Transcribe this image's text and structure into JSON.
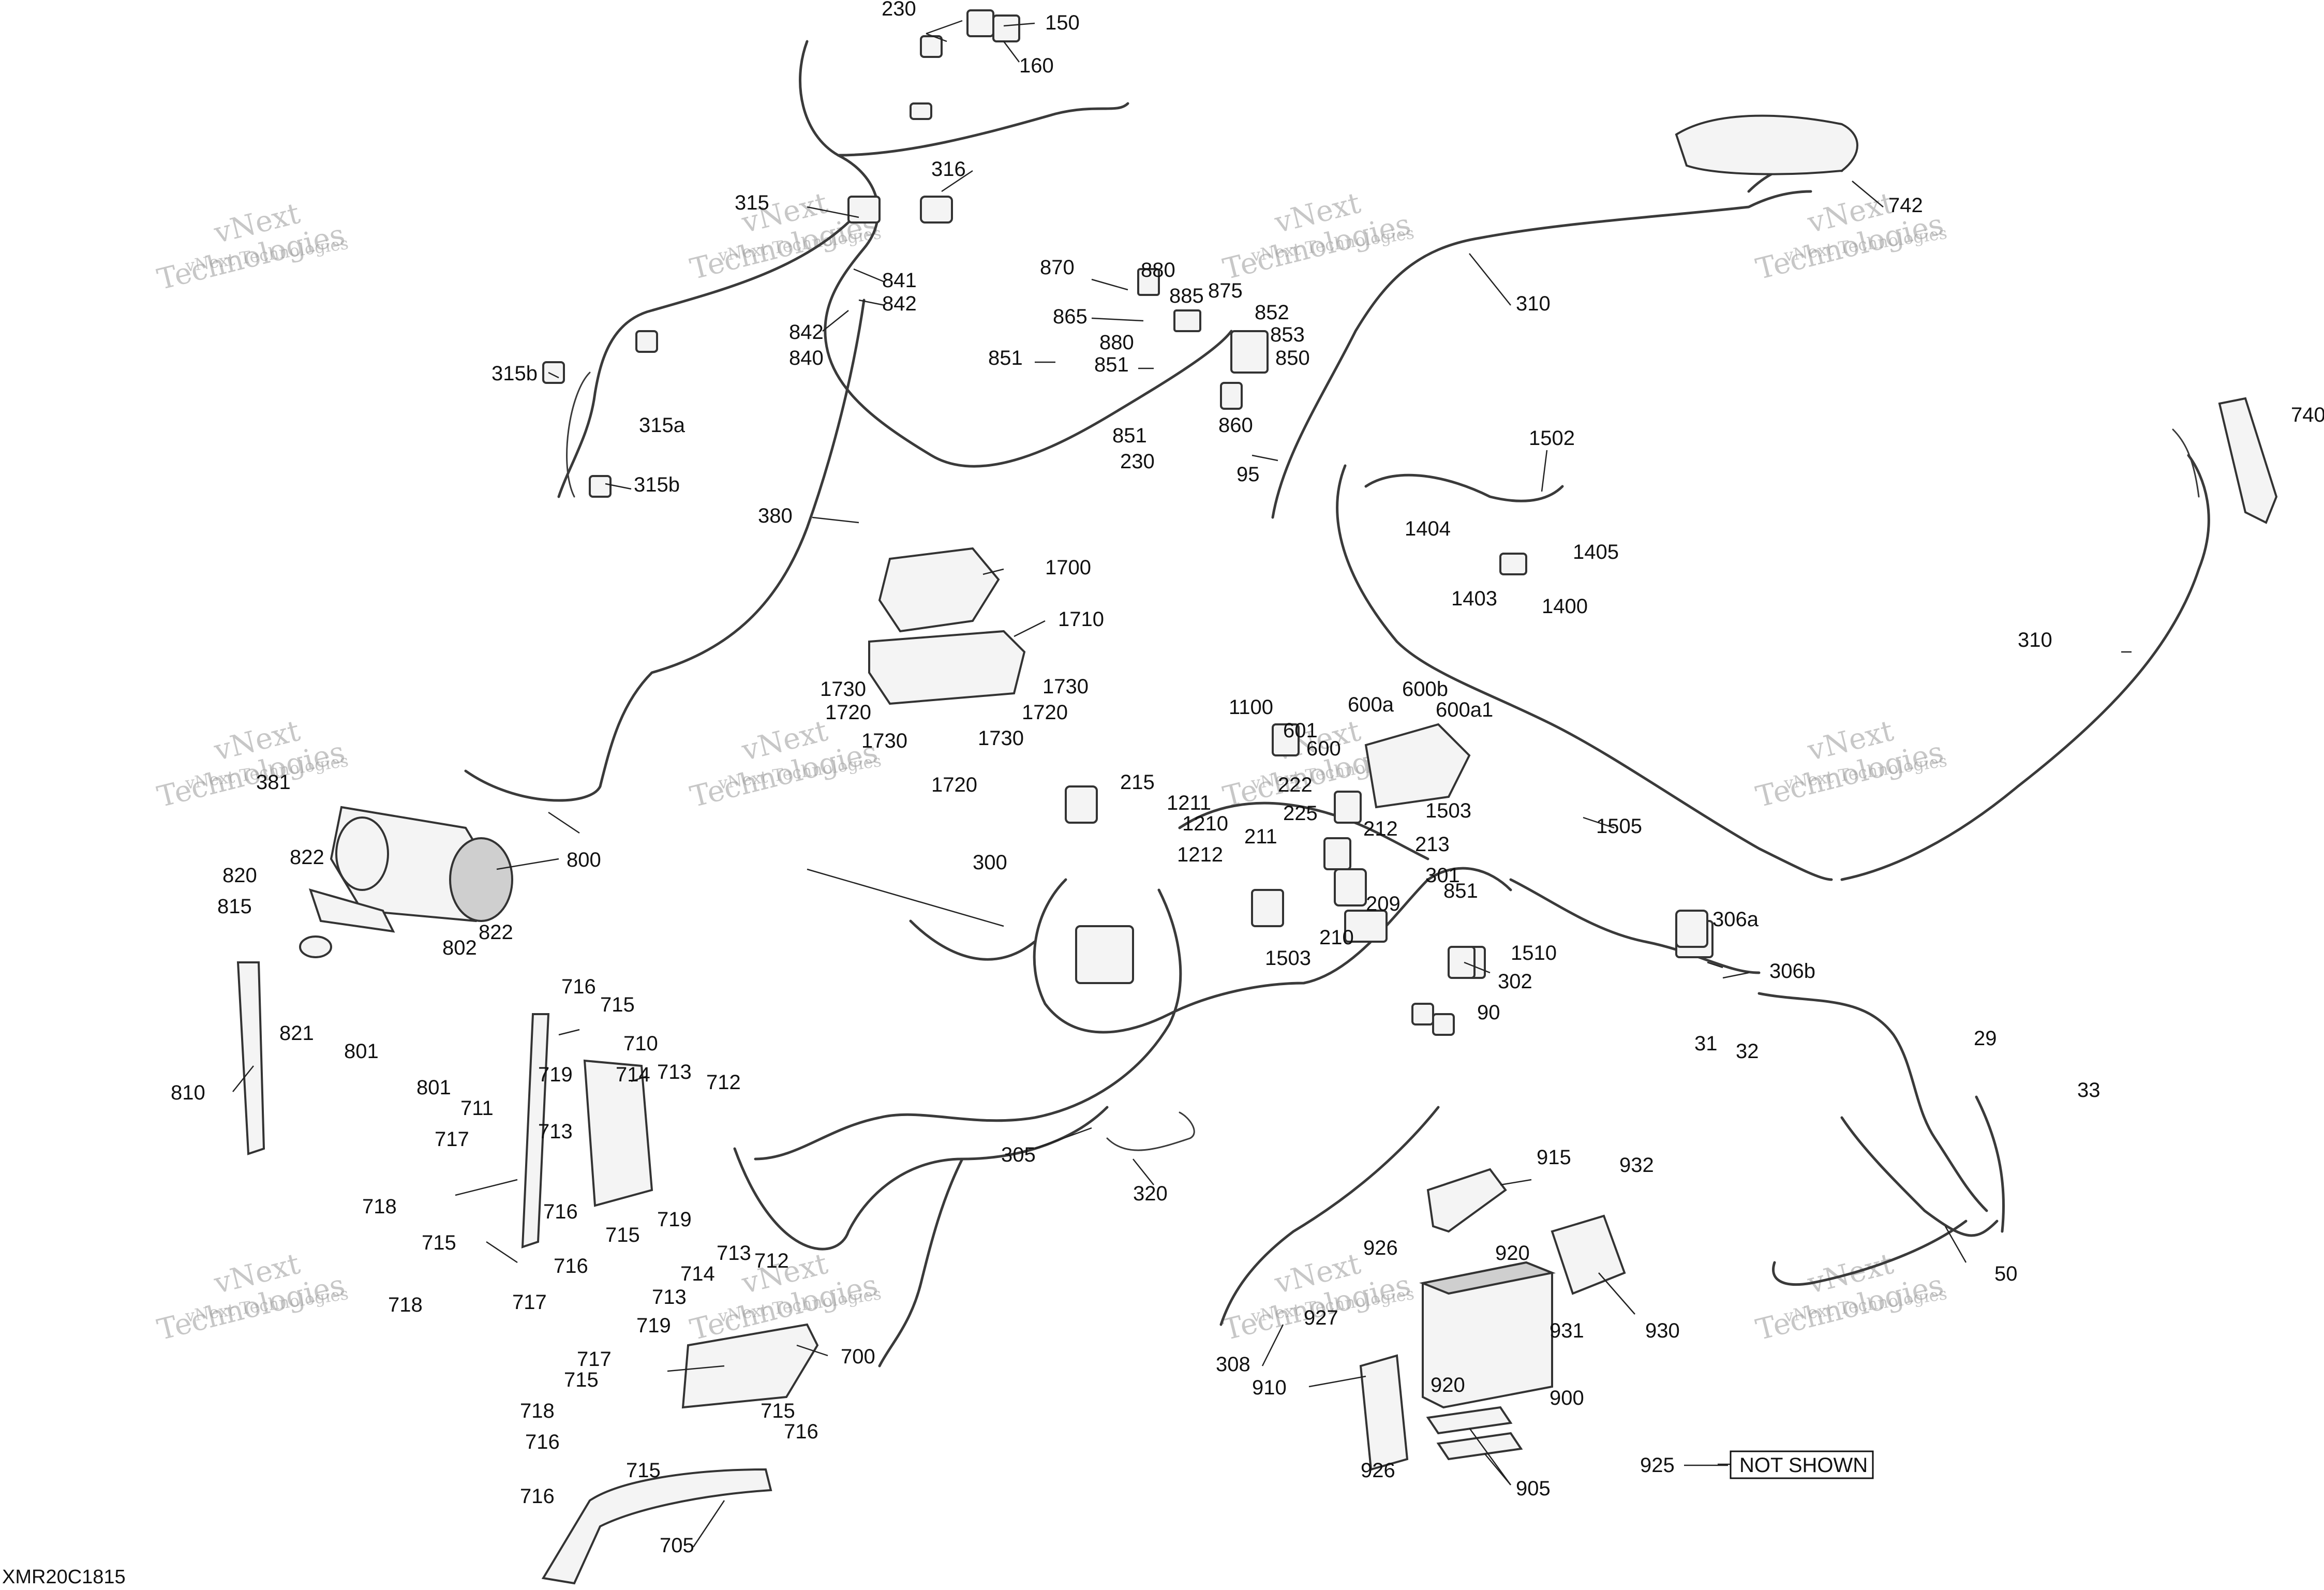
{
  "diagram_id": "XMR20C1815",
  "watermark": {
    "line1": "vNext",
    "line2": "Technologies",
    "line3": "vNext Technologies"
  },
  "note": {
    "ref": "925",
    "text": "NOT SHOWN"
  },
  "callouts": {
    "c230a": "230",
    "c150": "150",
    "c160": "160",
    "c316": "316",
    "c315": "315",
    "c841": "841",
    "c842a": "842",
    "c842b": "842",
    "c840": "840",
    "c315b_top": "315b",
    "c315a": "315a",
    "c315b_bot": "315b",
    "c380": "380",
    "c870": "870",
    "c880a": "880",
    "c885": "885",
    "c875": "875",
    "c865": "865",
    "c880b": "880",
    "c852": "852",
    "c853": "853",
    "c851a": "851",
    "c850": "850",
    "c851b": "851",
    "c851c": "851",
    "c860": "860",
    "c230b": "230",
    "c95": "95",
    "c742": "742",
    "c310a": "310",
    "c1502": "1502",
    "c1404": "1404",
    "c1405": "1405",
    "c1403": "1403",
    "c1400": "1400",
    "c740": "740",
    "c310b": "310",
    "c1700": "1700",
    "c1710": "1710",
    "c1730a": "1730",
    "c1730b": "1730",
    "c1720a": "1720",
    "c1720b": "1720",
    "c1730c": "1730",
    "c1730d": "1730",
    "c1720c": "1720",
    "c1100": "1100",
    "c600a": "600a",
    "c600b": "600b",
    "c600a1": "600a1",
    "c601": "601",
    "c600": "600",
    "c222": "222",
    "c225": "225",
    "c1503a": "1503",
    "c212": "212",
    "c213": "213",
    "c1505": "1505",
    "c215": "215",
    "c1211": "1211",
    "c1210": "1210",
    "c1212": "1212",
    "c211": "211",
    "c301": "301",
    "c209": "209",
    "c851d": "851",
    "c210": "210",
    "c1503b": "1503",
    "c1510": "1510",
    "c302": "302",
    "c90": "90",
    "c306a": "306a",
    "c306b": "306b",
    "c31": "31",
    "c32": "32",
    "c300": "300",
    "c381": "381",
    "c800": "800",
    "c822a": "822",
    "c820": "820",
    "c815": "815",
    "c822b": "822",
    "c802": "802",
    "c821": "821",
    "c801a": "801",
    "c801b": "801",
    "c810": "810",
    "c716a": "716",
    "c715a": "715",
    "c710": "710",
    "c719a": "719",
    "c714a": "714",
    "c713a": "713",
    "c712a": "712",
    "c711": "711",
    "c713b": "713",
    "c717a": "717",
    "c718a": "718",
    "c716b": "716",
    "c715b": "715",
    "c719b": "719",
    "c715c": "715",
    "c716c": "716",
    "c718b": "718",
    "c717b": "717",
    "c305": "305",
    "c320": "320",
    "c29": "29",
    "c33": "33",
    "c915": "915",
    "c932": "932",
    "c920a": "920",
    "c926a": "926",
    "c927": "927",
    "c931": "931",
    "c930": "930",
    "c50": "50",
    "c308": "308",
    "c910": "910",
    "c920b": "920",
    "c900": "900",
    "c926b": "926",
    "c905": "905",
    "c713c": "713",
    "c712b": "712",
    "c714b": "714",
    "c713d": "713",
    "c719c": "719",
    "c700": "700",
    "c717c": "717",
    "c715d": "715",
    "c718c": "718",
    "c715e": "715",
    "c716d": "716",
    "c716e": "716",
    "c715f": "715",
    "c716f": "716",
    "c705": "705"
  }
}
